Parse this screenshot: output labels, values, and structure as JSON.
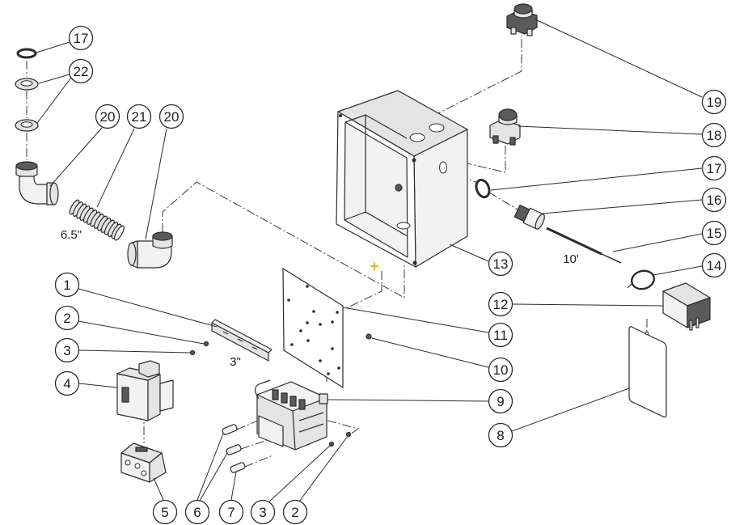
{
  "colors": {
    "line": "#2b2b2b",
    "part_fill": "#e4e4e4",
    "part_fill_light": "#f2f2f2",
    "part_fill_dark": "#5a5a5a",
    "marker": "#f0a500",
    "background": "#ffffff"
  },
  "icons": {
    "marker": "crosshair-marker-icon"
  },
  "callouts": {
    "top_left": [
      "17",
      "22",
      "20",
      "21",
      "20"
    ],
    "right_column": [
      "19",
      "18",
      "17",
      "16",
      "15",
      "14"
    ],
    "center_column": [
      "13",
      "12",
      "11",
      "10",
      "9",
      "8"
    ],
    "left_column": [
      "1",
      "2",
      "3",
      "4"
    ],
    "bottom_row": [
      "5",
      "6",
      "7",
      "3",
      "2"
    ]
  },
  "dimensions": {
    "conduit_length": "6.5\"",
    "rail_length": "3\"",
    "cable_length": "10'"
  }
}
